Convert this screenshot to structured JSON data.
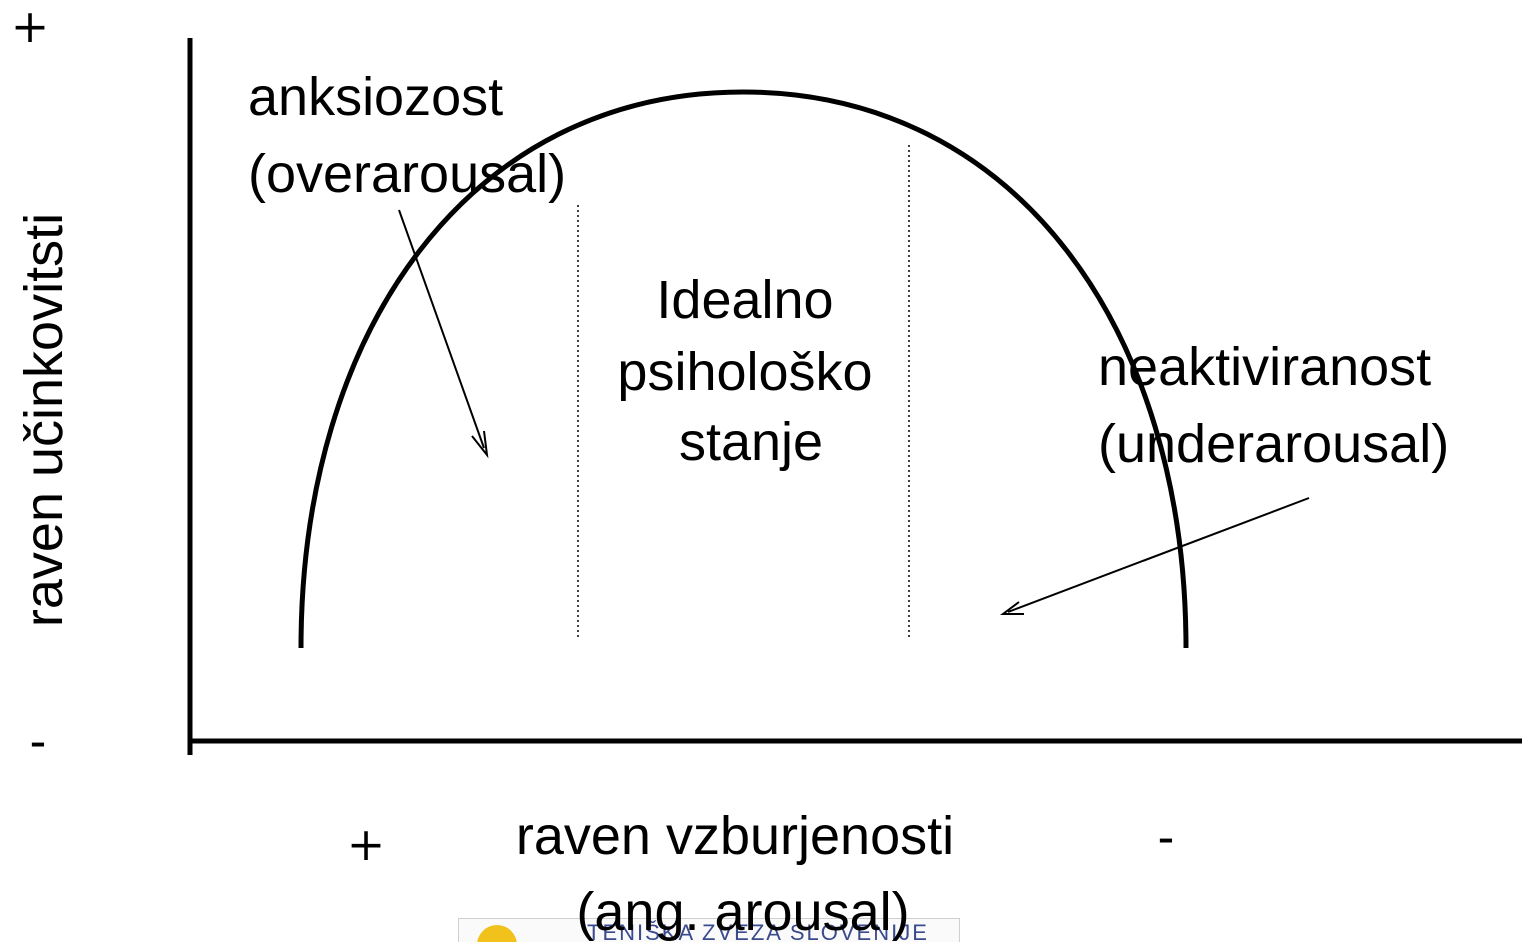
{
  "y_axis": {
    "label": "raven učinkovitsti",
    "top_symbol": "+",
    "bottom_symbol": "-"
  },
  "x_axis": {
    "label_line1": "raven vzburjenosti",
    "label_line2": "(ang. arousal)",
    "left_symbol": "+",
    "right_symbol": "-"
  },
  "regions": {
    "left": {
      "line1": "anksiozost",
      "line2": "(overarousal)"
    },
    "center": {
      "line1": "Idealno",
      "line2": "psihološko",
      "line3": "stanje"
    },
    "right": {
      "line1": "neaktiviranost",
      "line2": "(underarousal)"
    }
  },
  "logo": {
    "text": "TENIŠKA ZVEZA SLOVENIJE"
  },
  "colors": {
    "line": "#000000",
    "logo_sun": "#f1c21b",
    "logo_text": "#3b4a8c"
  }
}
